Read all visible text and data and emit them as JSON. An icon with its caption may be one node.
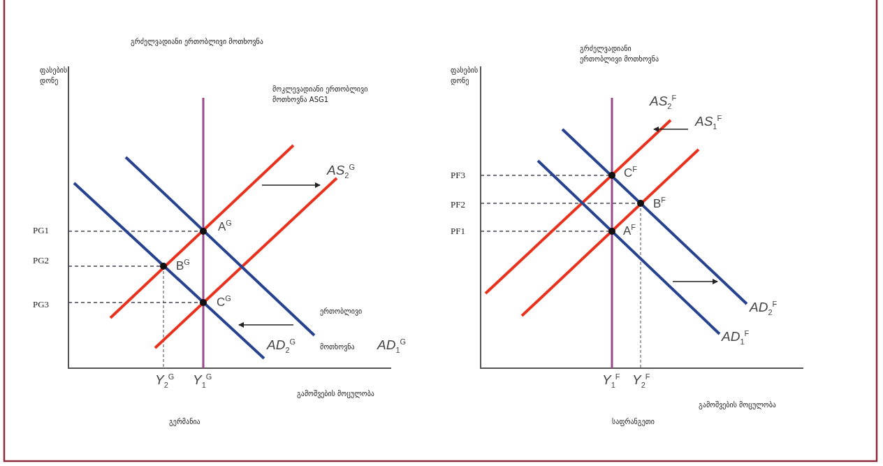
{
  "diagram": {
    "labels": [
      "გრძელვადიანი ერთობლივი მოთხოვნა",
      "ფასების დონე",
      "მოკლევადიანი ერთობლივი მოთხოვნა ASG1",
      "AS$_{2}$$^{G}$",
      "PG1",
      "A$^{G}$",
      "PG2",
      "B$^{G}$",
      "PG3",
      "C$^{G}$",
      "ერთობლივი",
      "AD$_{2}$$^{G}$",
      "მოთხოვნა",
      "AD$_{1}$$^{G}$",
      "Y$_{2}$$^{G}$",
      "Y$_{1}$$^{G}$",
      "გამოშვების მოცულობა",
      "გერმანია",
      "გრძელვადიანი ერთობლივი მოთხოვნა",
      "ფასების დონე",
      "AS$_{2}$$^{F}$",
      "AS$_{1}$$^{F}$",
      "PF3",
      "C$^{F}$",
      "PF2",
      "B$^{F}$",
      "PF1",
      "A$^{F}$",
      "AD$_{2}$$^{F}$",
      "AD$_{1}$$^{F}$",
      "Y$_{1}$$^{F}$",
      "Y$_{2}$$^{F}$",
      "გამოშვების მოცულობა",
      "საფრანგეთი"
    ]
  }
}
